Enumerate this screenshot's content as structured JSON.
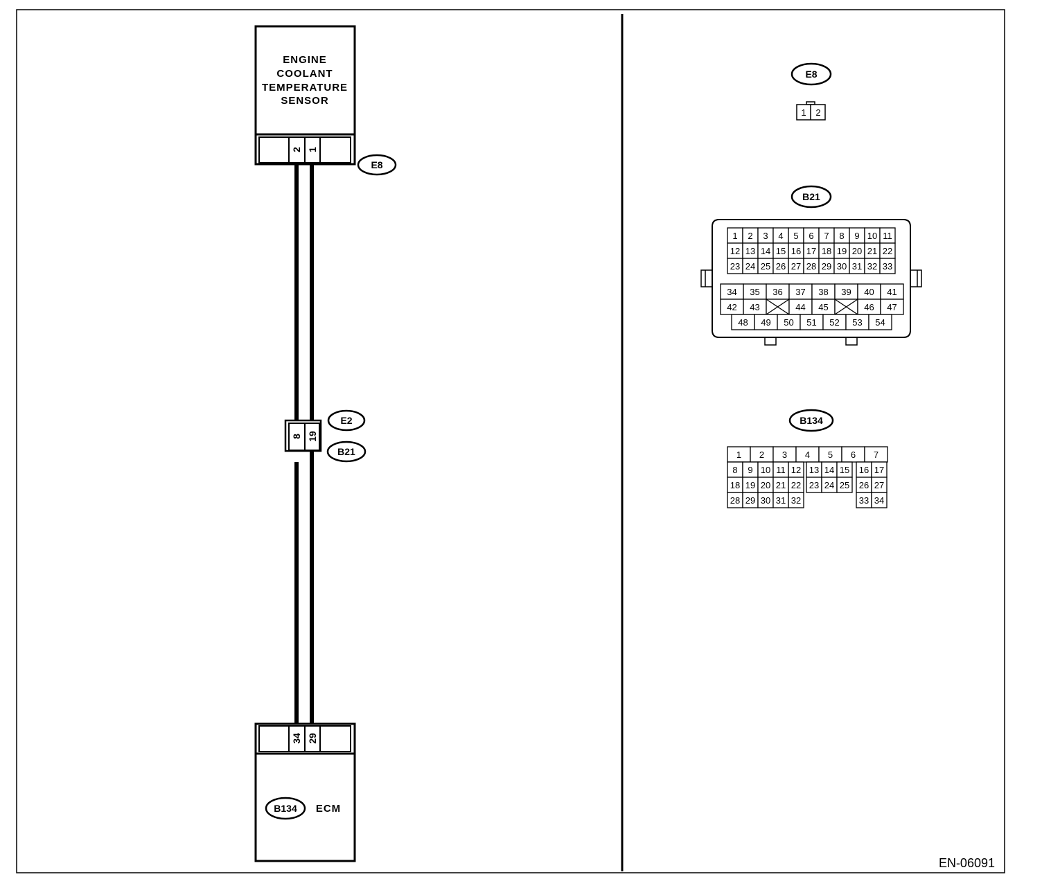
{
  "sensor": {
    "line1": "ENGINE",
    "line2": "COOLANT",
    "line3": "TEMPERATURE",
    "line4": "SENSOR",
    "connector_id": "E8",
    "pins": [
      "2",
      "1"
    ]
  },
  "joint": {
    "upper_id": "E2",
    "lower_id": "B21",
    "pins": [
      "8",
      "19"
    ]
  },
  "ecm": {
    "label": "ECM",
    "connector_id": "B134",
    "pins": [
      "34",
      "29"
    ]
  },
  "connectors": {
    "e8": {
      "id": "E8",
      "pins": [
        "1",
        "2"
      ]
    },
    "b21": {
      "id": "B21",
      "row1": [
        "1",
        "2",
        "3",
        "4",
        "5",
        "6",
        "7",
        "8",
        "9",
        "10",
        "11"
      ],
      "row2": [
        "12",
        "13",
        "14",
        "15",
        "16",
        "17",
        "18",
        "19",
        "20",
        "21",
        "22"
      ],
      "row3": [
        "23",
        "24",
        "25",
        "26",
        "27",
        "28",
        "29",
        "30",
        "31",
        "32",
        "33"
      ],
      "row4": [
        "34",
        "35",
        "36",
        "37",
        "38",
        "39",
        "40",
        "41"
      ],
      "row5": [
        "42",
        "43",
        "44",
        "45",
        "46",
        "47"
      ],
      "row6": [
        "48",
        "49",
        "50",
        "51",
        "52",
        "53",
        "54"
      ]
    },
    "b134": {
      "id": "B134",
      "row1": [
        "1",
        "2",
        "3",
        "4",
        "5",
        "6",
        "7"
      ],
      "row2": [
        "8",
        "9",
        "10",
        "11",
        "12",
        "13",
        "14",
        "15",
        "16",
        "17"
      ],
      "row3": [
        "18",
        "19",
        "20",
        "21",
        "22",
        "23",
        "24",
        "25",
        "26",
        "27"
      ],
      "row4a": [
        "28",
        "29",
        "30",
        "31",
        "32"
      ],
      "row4b": [
        "33",
        "34"
      ]
    }
  },
  "figure_code": "EN-06091"
}
